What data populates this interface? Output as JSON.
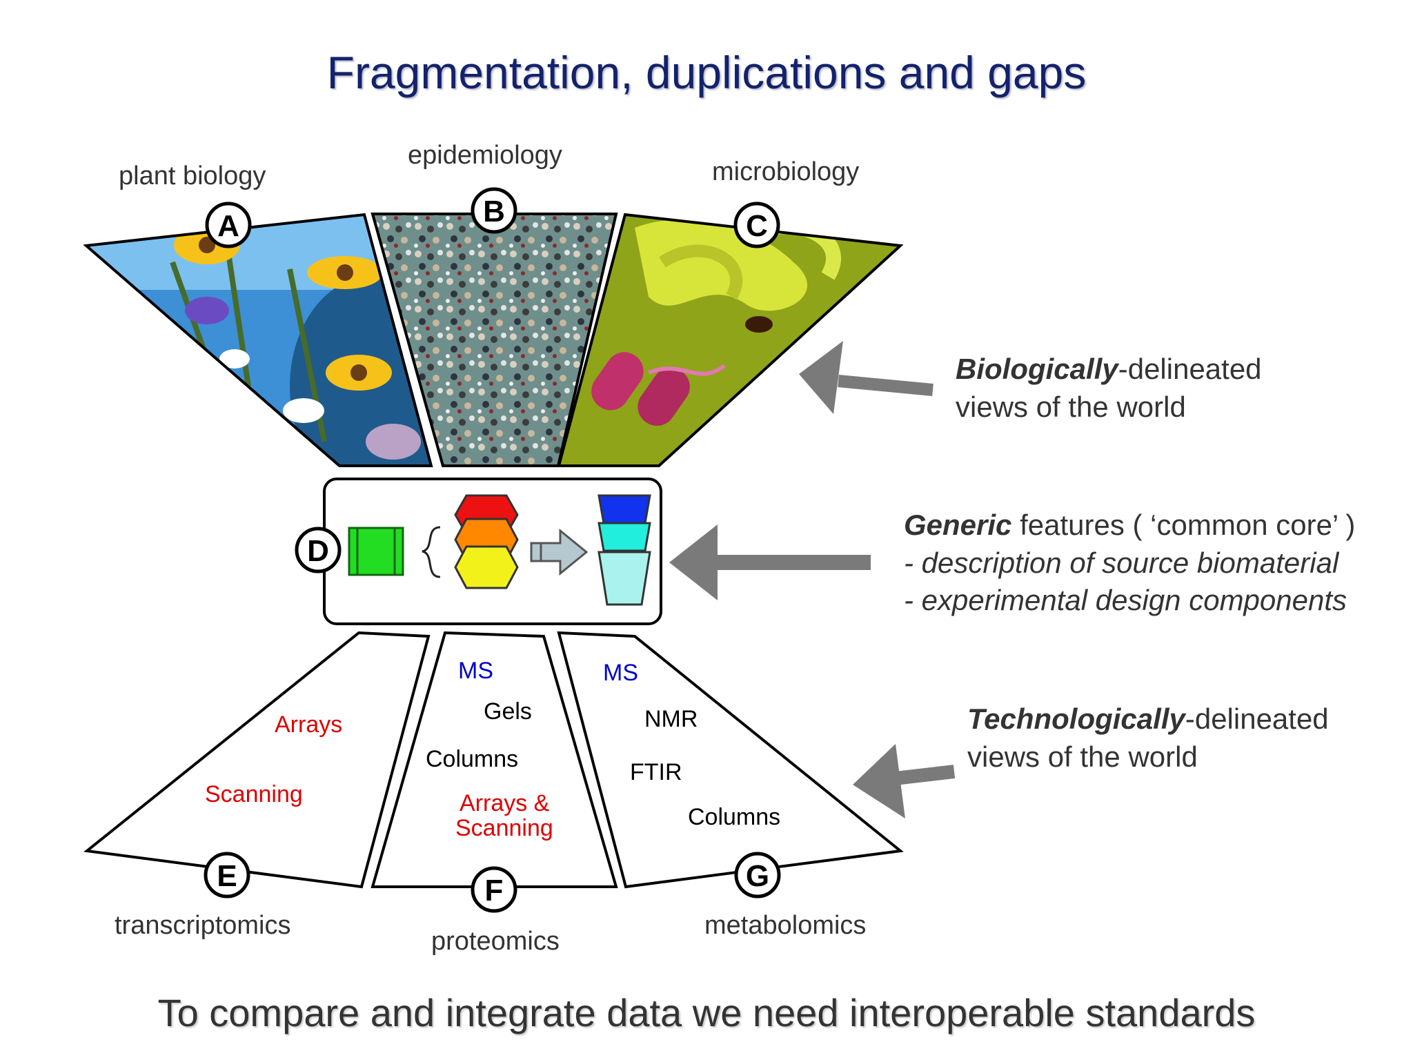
{
  "title": "Fragmentation, duplications and gaps",
  "colors": {
    "title": "#13226b",
    "arrow": "#7a7a7a",
    "red_label": "#dd0000",
    "blue_label": "#0000cc"
  },
  "domains": {
    "top": [
      {
        "letter": "A",
        "label": "plant biology",
        "image": "wildflowers-photo"
      },
      {
        "letter": "B",
        "label": "epidemiology",
        "image": "crowd-photo"
      },
      {
        "letter": "C",
        "label": "microbiology",
        "image": "bacteria-micrograph"
      }
    ],
    "middle": {
      "letter": "D",
      "icons": [
        "green-box-icon",
        "brace-icon",
        "hexagon-stack-icon",
        "arrow-icon",
        "cup-stack-icon"
      ]
    },
    "bottom": [
      {
        "letter": "E",
        "label": "transcriptomics"
      },
      {
        "letter": "F",
        "label": "proteomics"
      },
      {
        "letter": "G",
        "label": "metabolomics"
      }
    ]
  },
  "techniques": {
    "transcriptomics": [
      "Arrays",
      "Scanning"
    ],
    "proteomics": [
      "MS",
      "Gels",
      "Columns",
      "Arrays &",
      "Scanning"
    ],
    "metabolomics": [
      "MS",
      "NMR",
      "FTIR",
      "Columns"
    ]
  },
  "annotations": {
    "bio": {
      "bold": "Biologically",
      "rest": "-delineated",
      "line2": "views of the world"
    },
    "generic": {
      "bold": "Generic",
      "rest": " features ( ‘common core’ )",
      "line2": "- description of source biomaterial",
      "line3": "- experimental design components"
    },
    "tech": {
      "bold": "Technologically",
      "rest": "-delineated",
      "line2": "views of the world"
    }
  },
  "footer": "To compare and integrate data we need interoperable standards"
}
